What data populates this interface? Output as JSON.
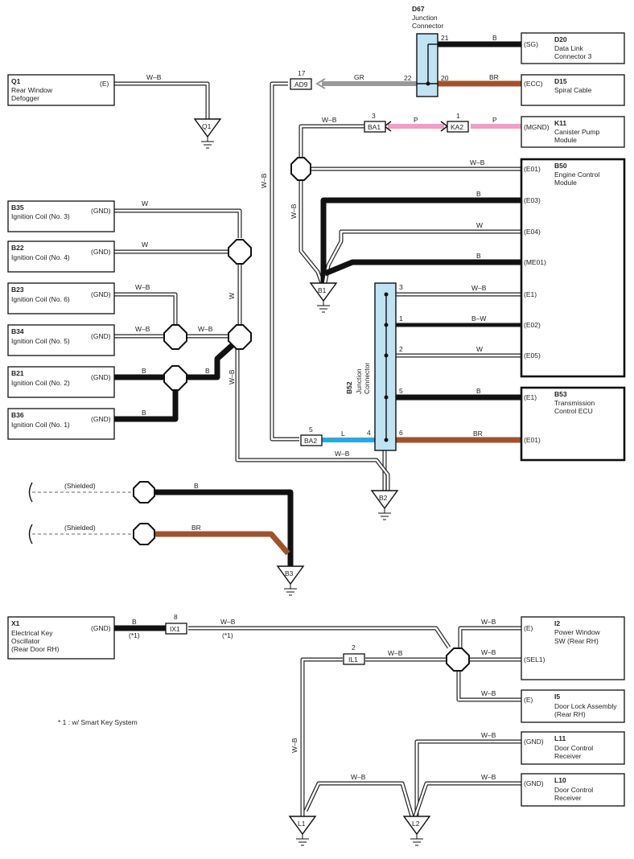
{
  "components": {
    "q1": {
      "code": "Q1",
      "name": [
        "Rear Window",
        "Defogger"
      ],
      "pin": "(E)"
    },
    "b35": {
      "code": "B35",
      "name": [
        "Ignition Coil (No. 3)"
      ],
      "pin": "(GND)"
    },
    "b22": {
      "code": "B22",
      "name": [
        "Ignition Coil (No. 4)"
      ],
      "pin": "(GND)"
    },
    "b23": {
      "code": "B23",
      "name": [
        "Ignition Coil (No. 6)"
      ],
      "pin": "(GND)"
    },
    "b34": {
      "code": "B34",
      "name": [
        "Ignition Coil (No. 5)"
      ],
      "pin": "(GND)"
    },
    "b21": {
      "code": "B21",
      "name": [
        "Ignition Coil (No. 2)"
      ],
      "pin": "(GND)"
    },
    "b36": {
      "code": "B36",
      "name": [
        "Ignition Coil (No. 1)"
      ],
      "pin": "(GND)"
    },
    "d67": {
      "code": "D67",
      "name": [
        "Junction",
        "Connector"
      ]
    },
    "d20": {
      "code": "D20",
      "name": [
        "Data Link",
        "Connector 3"
      ],
      "pin": "(SG)"
    },
    "d15": {
      "code": "D15",
      "name": [
        "Spiral Cable"
      ],
      "pin": "(ECC)"
    },
    "k11": {
      "code": "K11",
      "name": [
        "Canister Pump",
        "Module"
      ],
      "pin": "(MGND)"
    },
    "b50": {
      "code": "B50",
      "name": [
        "Engine Control",
        "Module"
      ],
      "pins": [
        "(E01)",
        "(E03)",
        "(E04)",
        "(ME01)",
        "(E1)",
        "(E02)",
        "(E05)"
      ]
    },
    "b52": {
      "code": "B52",
      "name": [
        "Junction",
        "Connector"
      ]
    },
    "b53": {
      "code": "B53",
      "name": [
        "Transmission",
        "Control ECU"
      ],
      "pins": [
        "(E1)",
        "(E01)"
      ]
    },
    "x1": {
      "code": "X1",
      "name": [
        "Electrical Key",
        "Oscillator",
        "(Rear Door RH)"
      ],
      "pin": "(GND)"
    },
    "i2": {
      "code": "I2",
      "name": [
        "Power Window",
        "SW (Rear RH)"
      ],
      "pins": [
        "(E)",
        "(SEL1)"
      ]
    },
    "i5": {
      "code": "I5",
      "name": [
        "Door Lock Assembly",
        "(Rear RH)"
      ],
      "pin": "(E)"
    },
    "l11": {
      "code": "L11",
      "name": [
        "Door Control",
        "Receiver"
      ],
      "pin": "(GND)"
    },
    "l10": {
      "code": "L10",
      "name": [
        "Door Control",
        "Receiver"
      ],
      "pin": "(GND)"
    }
  },
  "connectors": {
    "ad9": {
      "code": "AD9",
      "pin": "17"
    },
    "ba1": {
      "code": "BA1",
      "pin": "3"
    },
    "ka2": {
      "code": "KA2",
      "pin": "1"
    },
    "ba2": {
      "code": "BA2",
      "pin": "5"
    },
    "ix1": {
      "code": "IX1",
      "pin": "8"
    },
    "il1": {
      "code": "IL1",
      "pin": "2"
    }
  },
  "grounds": [
    "Q1",
    "B1",
    "B2",
    "B3",
    "L1",
    "L2"
  ],
  "wire_colors": {
    "wb": "W–B",
    "gr": "GR",
    "b": "B",
    "br": "BR",
    "p": "P",
    "w": "W",
    "bw": "B–W",
    "l": "L"
  },
  "junction_pins": {
    "d67": [
      "21",
      "22",
      "20"
    ],
    "b52": [
      "3",
      "1",
      "2",
      "5",
      "4",
      "6"
    ]
  },
  "shielded": "(Shielded)",
  "note_tag": "(*1)",
  "footnote": "* 1 : w/ Smart Key System",
  "colors": {
    "black_wire": "#111111",
    "brown_wire": "#a0522d",
    "pink_wire": "#f59bc6",
    "blue_wire": "#29a9df",
    "junction_fill": "#bfe3f3"
  }
}
